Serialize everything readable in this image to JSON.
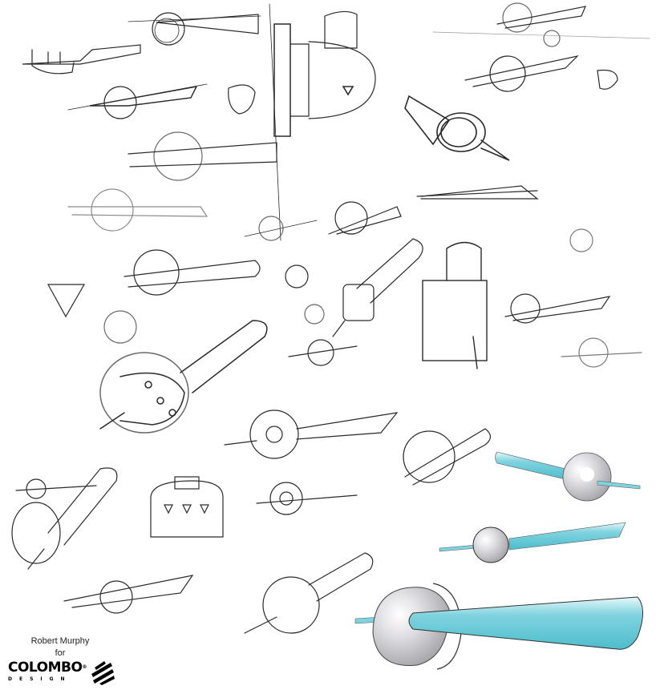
{
  "credit": {
    "author": "Robert Murphy",
    "connector": "for",
    "brand": "COLOMBO",
    "brand_mark": "®",
    "brand_sub": "DESIGN"
  },
  "colors": {
    "pencil": "#2a2a2a",
    "pencil_light": "#9a9a9a",
    "marker_cyan": "#5fc8d6",
    "marker_cyan_light": "#b8e8ee",
    "marker_gray": "#b9b9bd",
    "marker_gray_light": "#e4e4e8"
  }
}
